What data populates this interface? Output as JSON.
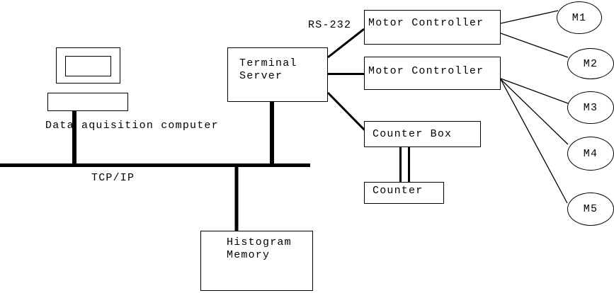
{
  "diagram": {
    "nodes": {
      "computer": {
        "label": "Data aquisition computer"
      },
      "terminal_server": {
        "line1": "Terminal",
        "line2": "Server"
      },
      "motor_controller_1": {
        "label": "Motor Controller"
      },
      "motor_controller_2": {
        "label": "Motor Controller"
      },
      "counter_box": {
        "label": "Counter Box"
      },
      "counter": {
        "label": "Counter"
      },
      "histogram_memory": {
        "line1": "Histogram",
        "line2": "Memory"
      }
    },
    "motors": [
      {
        "label": "M1"
      },
      {
        "label": "M2"
      },
      {
        "label": "M3"
      },
      {
        "label": "M4"
      },
      {
        "label": "M5"
      }
    ],
    "labels": {
      "bus": "TCP/IP",
      "serial": "RS-232"
    },
    "colors": {
      "ink": "#000000",
      "background": "#ffffff"
    }
  }
}
